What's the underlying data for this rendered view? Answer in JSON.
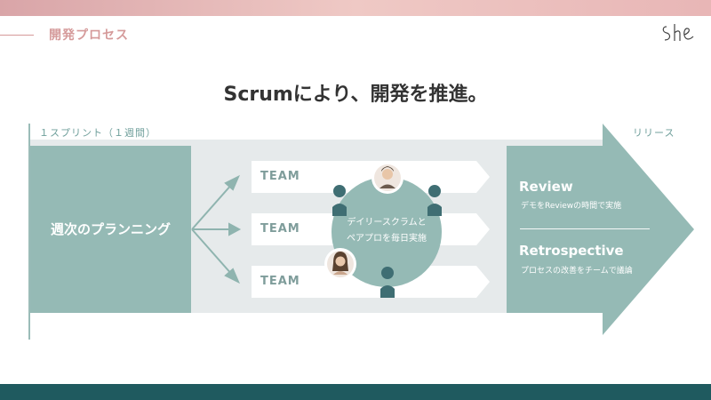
{
  "header": {
    "section_title": "開発プロセス",
    "logo_text": "SHE"
  },
  "title": "Scrumにより、開発を推進。",
  "timeline": {
    "sprint_label": "１スプリント（１週間）",
    "release_label": "リリース"
  },
  "planning": {
    "label": "週次のプランニング"
  },
  "teams": [
    "TEAM",
    "TEAM",
    "TEAM"
  ],
  "daily": {
    "line1": "デイリースクラムと",
    "line2": "ペアプロを毎日実施"
  },
  "review": {
    "title": "Review",
    "desc": "デモをReviewの時間で実施"
  },
  "retrospective": {
    "title": "Retrospective",
    "desc": "プロセスの改善をチームで議論"
  },
  "colors": {
    "teal": "#95bab5",
    "light_panel": "#e6eaeb",
    "accent_pink": "#d59a9a",
    "team_text": "#7f9d9b",
    "person_dark": "#3f6e73"
  }
}
